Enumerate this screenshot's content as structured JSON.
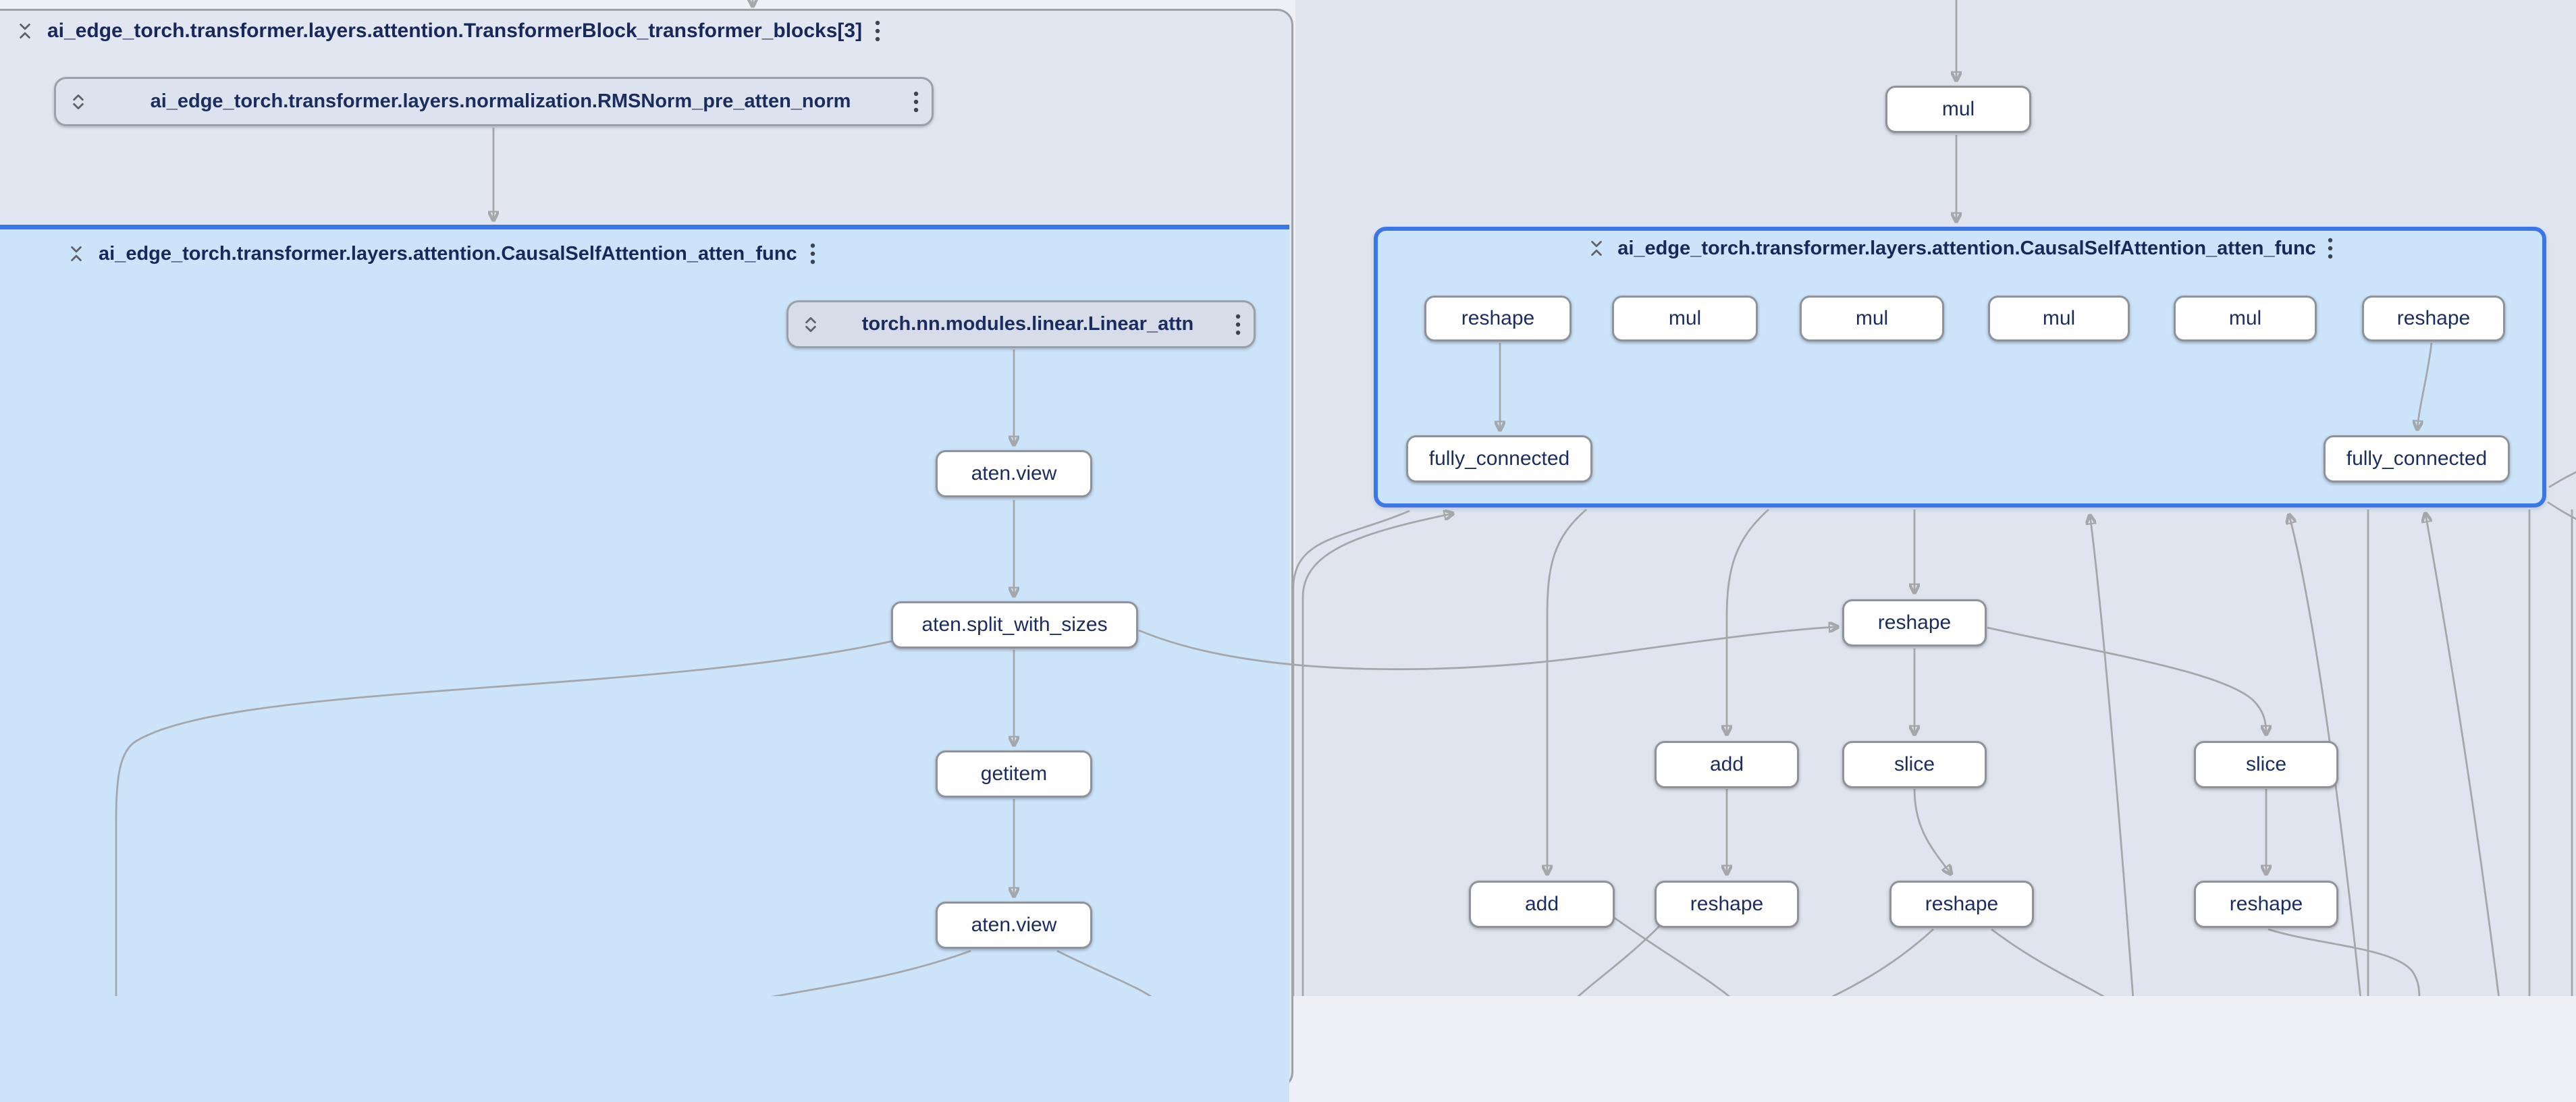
{
  "colors": {
    "selection_blue": "#3b76e8",
    "panel_fill": "#cce4fa",
    "group_fill": "#e2e6f1",
    "node_border": "#8f9399",
    "node_text": "#1b2d5f",
    "edge_gray": "#a5a7ab"
  },
  "groups": {
    "transformer_block": {
      "label": "ai_edge_torch.transformer.layers.attention.TransformerBlock_transformer_blocks[3]"
    },
    "rmsnorm": {
      "label": "ai_edge_torch.transformer.layers.normalization.RMSNorm_pre_atten_norm"
    },
    "attention_left": {
      "label": "ai_edge_torch.transformer.layers.attention.CausalSelfAttention_atten_func"
    },
    "linear_attn": {
      "label": "torch.nn.modules.linear.Linear_attn"
    },
    "attention_right": {
      "label": "ai_edge_torch.transformer.layers.attention.CausalSelfAttention_atten_func"
    }
  },
  "nodes": {
    "left_chain": [
      "aten.view",
      "aten.split_with_sizes",
      "getitem",
      "aten.view"
    ],
    "mul_top": "mul",
    "attention_right_row1": [
      "reshape",
      "mul",
      "mul",
      "mul",
      "mul",
      "reshape"
    ],
    "attention_right_row2": [
      "fully_connected",
      "fully_connected"
    ],
    "below_right": [
      "reshape",
      "add",
      "slice",
      "slice",
      "add",
      "reshape",
      "reshape",
      "reshape"
    ]
  },
  "icons": {
    "collapse": "unfold-less",
    "expand": "unfold-more",
    "menu": "kebab-menu"
  }
}
